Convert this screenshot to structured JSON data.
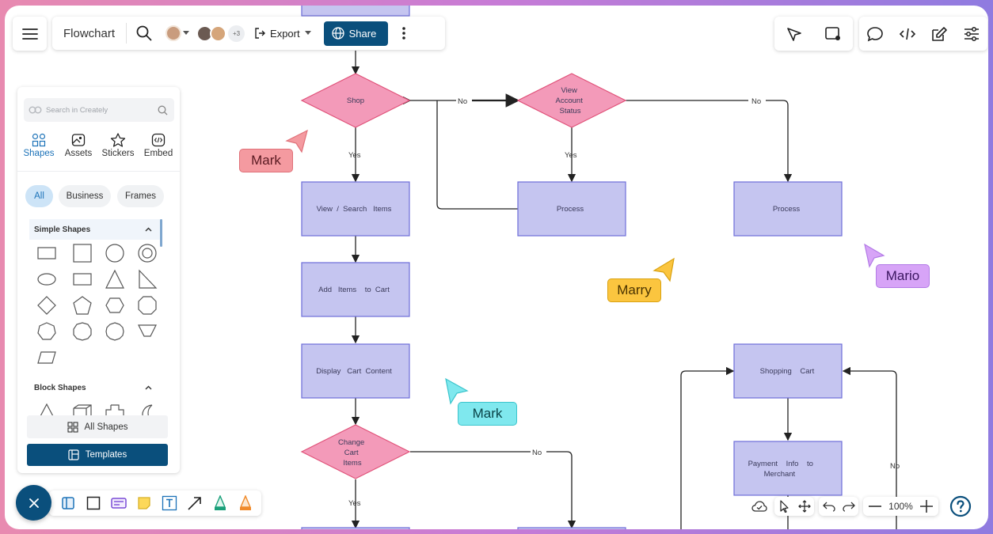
{
  "app": {
    "title": "Flowchart",
    "export_label": "Export",
    "share_label": "Share",
    "collab_more": "+3"
  },
  "colors": {
    "accent": "#0a4f7c",
    "process_fill": "#c5c5f0",
    "process_stroke": "#6d6dd8",
    "decision_fill": "#f39ab9",
    "decision_stroke": "#e05078"
  },
  "sidebar": {
    "search_placeholder": "Search in Creately",
    "tabs": [
      {
        "label": "Shapes",
        "icon": "shapes-grid-icon"
      },
      {
        "label": "Assets",
        "icon": "image-icon"
      },
      {
        "label": "Stickers",
        "icon": "star-icon"
      },
      {
        "label": "Embed",
        "icon": "embed-code-icon"
      }
    ],
    "filters": [
      "All",
      "Business",
      "Frames"
    ],
    "sections": [
      "Simple Shapes",
      "Block Shapes"
    ],
    "all_shapes_label": "All Shapes",
    "templates_label": "Templates"
  },
  "flowchart": {
    "nodes": {
      "shop": "Shop",
      "view_account": [
        "View",
        "Account",
        "Status"
      ],
      "view_search": "View  /  Search   Items",
      "process_mid": "Process",
      "process_right": "Process",
      "add_items": "Add   Items    to  Cart",
      "display_cart": "Display   Cart  Content",
      "change_cart": [
        "Change",
        "Cart",
        "Items"
      ],
      "shopping_cart": "Shopping    Cart",
      "payment": [
        "Payment    Info    to",
        "Merchant"
      ]
    },
    "edge_labels": {
      "no_top": "No",
      "yes_shop": "Yes",
      "yes_account": "Yes",
      "no_right": "No",
      "no_change": "No",
      "yes_change": "Yes",
      "no_cart": "No"
    }
  },
  "cursors": [
    {
      "name": "Mark",
      "color": "#f49aa0",
      "border": "#e07078"
    },
    {
      "name": "Marry",
      "color": "#fbc53f",
      "border": "#d9a10f"
    },
    {
      "name": "Mario",
      "color": "#d7a4f7",
      "border": "#b27ae6"
    },
    {
      "name": "Mark",
      "color": "#7fe8ee",
      "border": "#3bc4cc"
    }
  ],
  "zoom": {
    "level": "100%"
  }
}
